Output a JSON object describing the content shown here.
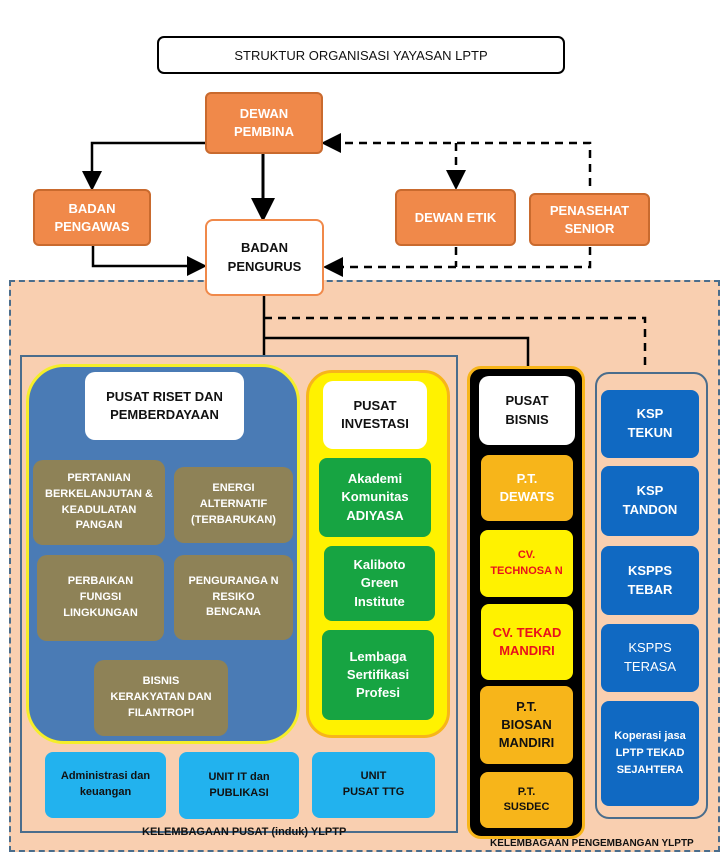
{
  "title": "STRUKTUR ORGANISASI YAYASAN LPTP",
  "top": {
    "dewan_pembina": "DEWAN PEMBINA",
    "badan_pengawas": "BADAN PENGAWAS",
    "badan_pengurus": "BADAN PENGURUS",
    "dewan_etik": "DEWAN ETIK",
    "penasehat_senior": "PENASEHAT SENIOR"
  },
  "pusat_riset": {
    "title": "PUSAT RISET DAN PEMBERDAYAAN",
    "units": [
      "PERTANIAN BERKELANJUTAN & KEADULATAN PANGAN",
      "ENERGI ALTERNATIF (TERBARUKAN)",
      "PERBAIKAN FUNGSI LINGKUNGAN",
      "PENGURANGA N RESIKO BENCANA",
      "BISNIS KERAKYATAN DAN FILANTROPI"
    ]
  },
  "pusat_investasi": {
    "title": "PUSAT INVESTASI",
    "units": [
      "Akademi Komunitas ADIYASA",
      "Kaliboto Green Institute",
      "Lembaga Sertifikasi Profesi"
    ]
  },
  "support_units": [
    "Administrasi dan keuangan",
    "UNIT IT dan PUBLIKASI",
    "UNIT PUSAT TTG"
  ],
  "pusat_bisnis": {
    "title": "PUSAT BISNIS",
    "units": [
      "P.T. DEWATS",
      "CV. TECHNOSA N",
      "CV. TEKAD MANDIRI",
      "P.T. BIOSAN MANDIRI",
      "P.T. SUSDEC"
    ]
  },
  "koperasi": [
    "KSP TEKUN",
    "KSP TANDON",
    "KSPPS TEBAR",
    "KSPPS TERASA",
    "Koperasi jasa LPTP TEKAD SEJAHTERA"
  ],
  "footer": {
    "left": "KELEMBAGAAN PUSAT (induk) YLPTP",
    "right": "KELEMBAGAAN PENGEMBANGAN YLPTP"
  },
  "colors": {
    "orange": "#f0894a",
    "peach_background": "#f9cfb0",
    "riset_blue": "#4a7bb5",
    "olive": "#8e8257",
    "green": "#17a442",
    "yellow": "#f7b51a",
    "koperasi_blue": "#1069c2",
    "cyan": "#22b2ee",
    "red_text": "#e8121c"
  }
}
